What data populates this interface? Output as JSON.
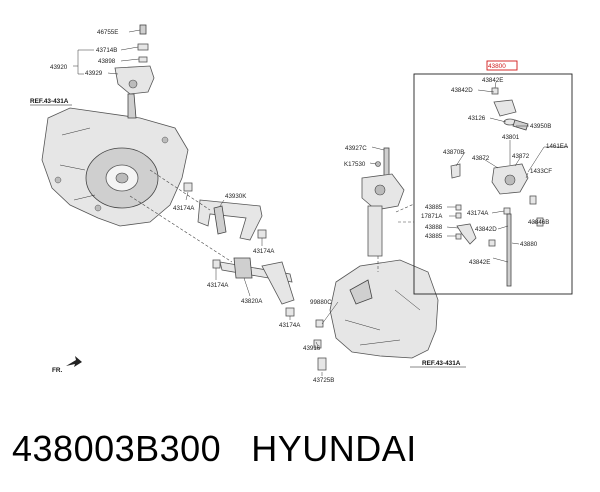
{
  "title": {
    "part_number": "438003B300",
    "brand": "HYUNDAI"
  },
  "refs": {
    "ref_left": "REF.43-431A",
    "ref_right": "REF.43-431A",
    "fr": "FR."
  },
  "labels": {
    "l46755E": "46755E",
    "l43714B": "43714B",
    "l43898": "43898",
    "l43920": "43920",
    "l43929": "43929",
    "l43927C": "43927C",
    "lK17530": "K17530",
    "l43174A_1": "43174A",
    "l43930K": "43930K",
    "l43174A_2": "43174A",
    "l43174A_3": "43174A",
    "l43820A": "43820A",
    "l43174A_4": "43174A",
    "l99880C": "99880C",
    "l43916": "43916",
    "l43725B": "43725B",
    "l43800_hl": "43800",
    "l43842E_1": "43842E",
    "l43842D_1": "43842D",
    "l43126": "43126",
    "l43950B": "43950B",
    "l43870B": "43870B",
    "l43872_1": "43872",
    "l43801": "43801",
    "l43872_2": "43872",
    "l1461EA": "1461EA",
    "l1433CF": "1433CF",
    "l43885_1": "43885",
    "l17871A": "17871A",
    "l43888": "43888",
    "l43885_2": "43885",
    "l43174A_5": "43174A",
    "l43842D_2": "43842D",
    "l43846B": "43846B",
    "l43880": "43880",
    "l43842E_2": "43842E"
  },
  "colors": {
    "highlight": "#d01818",
    "ink": "#222222"
  }
}
